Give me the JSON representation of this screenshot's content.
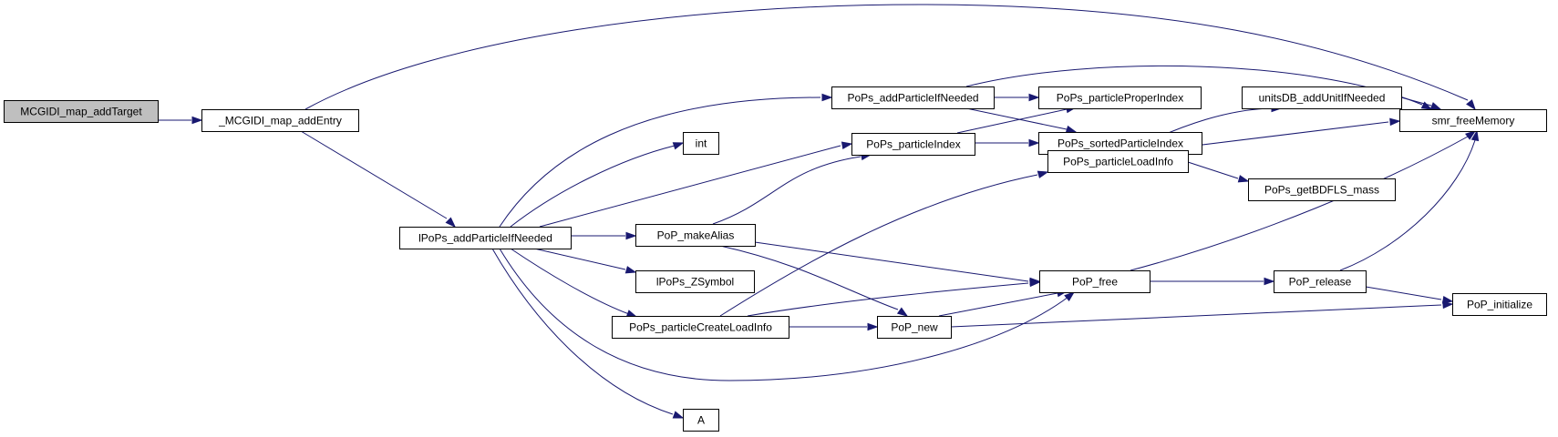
{
  "diagram": {
    "colors": {
      "edge": "#191970",
      "node_fill": "#ffffff",
      "root_fill": "#bfbfbf",
      "node_border": "#000000"
    },
    "nodes": [
      {
        "id": "mcgidi_map_addTarget",
        "label": "MCGIDI_map_addTarget",
        "root": true
      },
      {
        "id": "_mcgidi_map_addEntry",
        "label": "_MCGIDI_map_addEntry"
      },
      {
        "id": "smr_freeMemory",
        "label": "smr_freeMemory"
      },
      {
        "id": "lpops_addParticleIfNeeded",
        "label": "lPoPs_addParticleIfNeeded"
      },
      {
        "id": "pops_addParticleIfNeeded",
        "label": "PoPs_addParticleIfNeeded"
      },
      {
        "id": "int",
        "label": "int"
      },
      {
        "id": "pops_particleIndex",
        "label": "PoPs_particleIndex"
      },
      {
        "id": "pop_makeAlias",
        "label": "PoP_makeAlias"
      },
      {
        "id": "lpops_zsymbol",
        "label": "lPoPs_ZSymbol"
      },
      {
        "id": "pops_particleCreateLoadInfo",
        "label": "PoPs_particleCreateLoadInfo"
      },
      {
        "id": "pop_free",
        "label": "PoP_free"
      },
      {
        "id": "a",
        "label": "A"
      },
      {
        "id": "pops_particleProperIndex",
        "label": "PoPs_particleProperIndex"
      },
      {
        "id": "pops_sortedParticleIndex",
        "label": "PoPs_sortedParticleIndex"
      },
      {
        "id": "pops_particleLoadInfo",
        "label": "PoPs_particleLoadInfo"
      },
      {
        "id": "pop_new",
        "label": "PoP_new"
      },
      {
        "id": "unitsdb_addUnitIfNeeded",
        "label": "unitsDB_addUnitIfNeeded"
      },
      {
        "id": "pops_getBDFLS_mass",
        "label": "PoPs_getBDFLS_mass"
      },
      {
        "id": "pop_release",
        "label": "PoP_release"
      },
      {
        "id": "pop_initialize",
        "label": "PoP_initialize"
      }
    ],
    "edges": [
      {
        "from": "mcgidi_map_addTarget",
        "to": "_mcgidi_map_addEntry"
      },
      {
        "from": "_mcgidi_map_addEntry",
        "to": "smr_freeMemory"
      },
      {
        "from": "_mcgidi_map_addEntry",
        "to": "lpops_addParticleIfNeeded"
      },
      {
        "from": "lpops_addParticleIfNeeded",
        "to": "pops_addParticleIfNeeded"
      },
      {
        "from": "lpops_addParticleIfNeeded",
        "to": "int"
      },
      {
        "from": "lpops_addParticleIfNeeded",
        "to": "pops_particleIndex"
      },
      {
        "from": "lpops_addParticleIfNeeded",
        "to": "pop_makeAlias"
      },
      {
        "from": "lpops_addParticleIfNeeded",
        "to": "lpops_zsymbol"
      },
      {
        "from": "lpops_addParticleIfNeeded",
        "to": "pops_particleCreateLoadInfo"
      },
      {
        "from": "lpops_addParticleIfNeeded",
        "to": "pop_free"
      },
      {
        "from": "lpops_addParticleIfNeeded",
        "to": "a"
      },
      {
        "from": "pops_addParticleIfNeeded",
        "to": "smr_freeMemory"
      },
      {
        "from": "pops_addParticleIfNeeded",
        "to": "pops_particleProperIndex"
      },
      {
        "from": "pops_addParticleIfNeeded",
        "to": "pops_sortedParticleIndex"
      },
      {
        "from": "pops_particleIndex",
        "to": "pops_particleProperIndex"
      },
      {
        "from": "pops_particleIndex",
        "to": "pops_sortedParticleIndex"
      },
      {
        "from": "pop_makeAlias",
        "to": "pops_particleIndex"
      },
      {
        "from": "pop_makeAlias",
        "to": "pop_free"
      },
      {
        "from": "pop_makeAlias",
        "to": "pop_new"
      },
      {
        "from": "pops_particleCreateLoadInfo",
        "to": "pops_particleLoadInfo"
      },
      {
        "from": "pops_particleCreateLoadInfo",
        "to": "pop_free"
      },
      {
        "from": "pops_particleCreateLoadInfo",
        "to": "pop_new"
      },
      {
        "from": "pops_particleLoadInfo",
        "to": "unitsdb_addUnitIfNeeded"
      },
      {
        "from": "pops_particleLoadInfo",
        "to": "smr_freeMemory"
      },
      {
        "from": "pops_particleLoadInfo",
        "to": "pops_getBDFLS_mass"
      },
      {
        "from": "unitsdb_addUnitIfNeeded",
        "to": "smr_freeMemory"
      },
      {
        "from": "pop_new",
        "to": "pop_free"
      },
      {
        "from": "pop_new",
        "to": "pop_initialize"
      },
      {
        "from": "pop_free",
        "to": "smr_freeMemory"
      },
      {
        "from": "pop_free",
        "to": "pop_release"
      },
      {
        "from": "pop_release",
        "to": "smr_freeMemory"
      },
      {
        "from": "pop_release",
        "to": "pop_initialize"
      }
    ]
  }
}
